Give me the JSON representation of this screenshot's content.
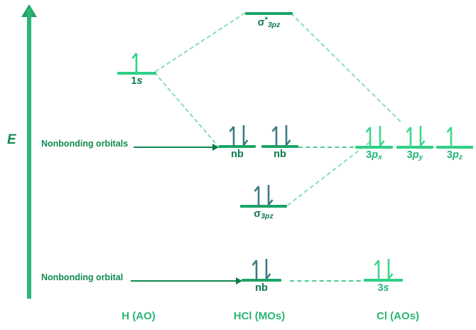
{
  "diagram": {
    "title": "HCl molecular orbital energy level diagram",
    "axis": {
      "label": "E",
      "name": "energy-axis",
      "direction": "up"
    },
    "colors": {
      "axis_green": "#2bb673",
      "mo_green": "#0d7a4a",
      "ao_green": "#2fcf86",
      "dashed_light": "#86e0b4",
      "mo_arrow": "#3d7a82",
      "ao_arrow": "#3fd68c",
      "text_dark": "#0f8a52"
    },
    "callouts": [
      {
        "text": "Nonbonding orbitals",
        "name": "nonbonding-orbitals-callout"
      },
      {
        "text": "Nonbonding orbital",
        "name": "nonbonding-orbital-callout"
      }
    ],
    "columns": [
      {
        "caption": "H (AO)",
        "name": "column-caption-h-ao"
      },
      {
        "caption": "HCl (MOs)",
        "name": "column-caption-hcl-mos"
      },
      {
        "caption": "Cl (AOs)",
        "name": "column-caption-cl-aos"
      }
    ],
    "levels": [
      {
        "id": "sigma-star-3pz",
        "column": "HCl (MOs)",
        "label_main": "σ",
        "label_sup": "*",
        "label_sub": "3p",
        "label_sub_italic": "z",
        "label_plain": "σ*3pz",
        "electrons": 0,
        "spins": []
      },
      {
        "id": "h-1s",
        "column": "H (AO)",
        "label_main": "1",
        "label_italic": "s",
        "label_plain": "1s",
        "electrons": 1,
        "spins": [
          "up"
        ]
      },
      {
        "id": "nb-1",
        "column": "HCl (MOs)",
        "label_plain": "nb",
        "electrons": 2,
        "spins": [
          "up",
          "down"
        ]
      },
      {
        "id": "nb-2",
        "column": "HCl (MOs)",
        "label_plain": "nb",
        "electrons": 2,
        "spins": [
          "up",
          "down"
        ]
      },
      {
        "id": "cl-3px",
        "column": "Cl (AOs)",
        "label_main": "3",
        "label_italic": "p",
        "label_sub_italic": "x",
        "label_plain": "3px",
        "electrons": 2,
        "spins": [
          "up",
          "down"
        ]
      },
      {
        "id": "cl-3py",
        "column": "Cl (AOs)",
        "label_main": "3",
        "label_italic": "p",
        "label_sub_italic": "y",
        "label_plain": "3py",
        "electrons": 2,
        "spins": [
          "up",
          "down"
        ]
      },
      {
        "id": "cl-3pz",
        "column": "Cl (AOs)",
        "label_main": "3",
        "label_italic": "p",
        "label_sub_italic": "z",
        "label_plain": "3pz",
        "electrons": 1,
        "spins": [
          "up"
        ]
      },
      {
        "id": "sigma-3pz",
        "column": "HCl (MOs)",
        "label_main": "σ",
        "label_sub": "3p",
        "label_sub_italic": "z",
        "label_plain": "σ3pz",
        "electrons": 2,
        "spins": [
          "up",
          "down"
        ]
      },
      {
        "id": "nb-3",
        "column": "HCl (MOs)",
        "label_plain": "nb",
        "electrons": 2,
        "spins": [
          "up",
          "down"
        ]
      },
      {
        "id": "cl-3s",
        "column": "Cl (AOs)",
        "label_main": "3",
        "label_italic": "s",
        "label_plain": "3s",
        "electrons": 2,
        "spins": [
          "up",
          "down"
        ]
      }
    ]
  }
}
